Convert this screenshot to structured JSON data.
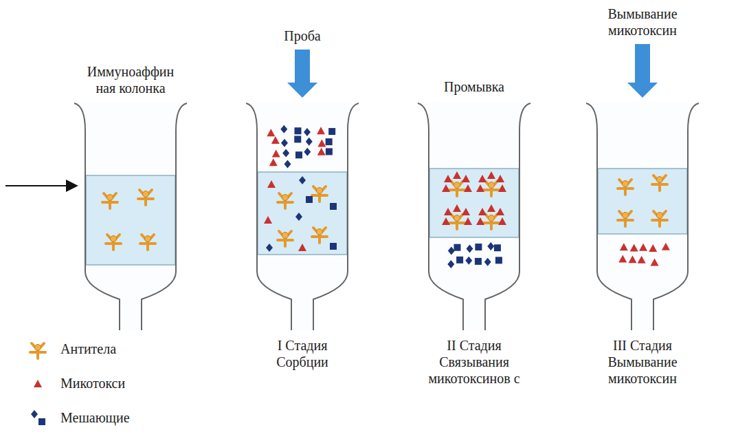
{
  "diagram": {
    "labels": [
      "Иммуноаффин ная колонка",
      "Проба",
      "Промывка",
      "Вымывание микотоксин",
      "I Стадия Сорбции",
      "II Стадия Связывания микотоксинов с",
      "III Стадия Вымывание микотоксин"
    ],
    "legend": [
      {
        "text": "Антитела"
      },
      {
        "text": "Микотокси"
      },
      {
        "text": "Мешающие"
      }
    ]
  }
}
